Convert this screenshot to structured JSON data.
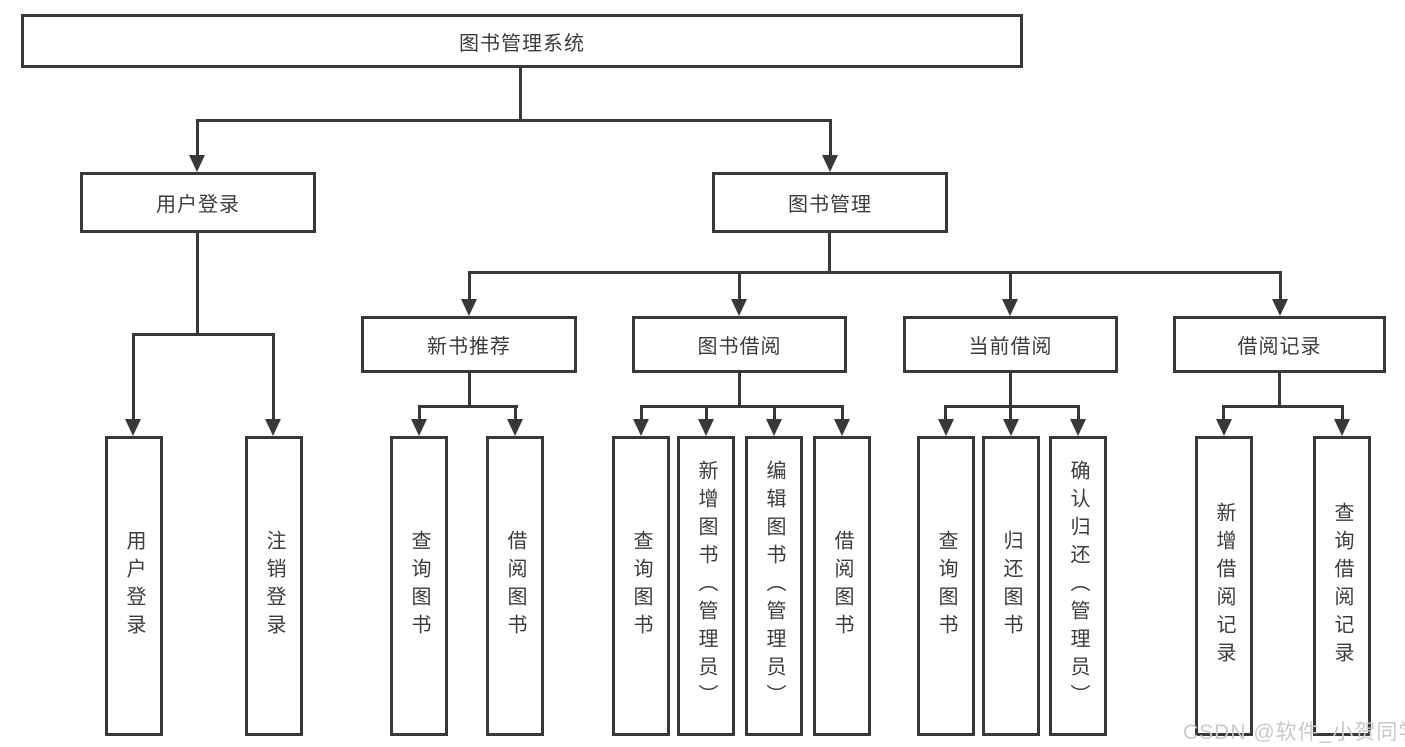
{
  "diagram": {
    "title": "图书管理系统",
    "branches": [
      {
        "label": "用户登录",
        "children": [
          {
            "label": "用户登录"
          },
          {
            "label": "注销登录"
          }
        ]
      },
      {
        "label": "图书管理",
        "children": [
          {
            "label": "新书推荐",
            "children": [
              {
                "label": "查询图书"
              },
              {
                "label": "借阅图书"
              }
            ]
          },
          {
            "label": "图书借阅",
            "children": [
              {
                "label": "查询图书"
              },
              {
                "label": "新增图书（管理员）"
              },
              {
                "label": "编辑图书（管理员）"
              },
              {
                "label": "借阅图书"
              }
            ]
          },
          {
            "label": "当前借阅",
            "children": [
              {
                "label": "查询图书"
              },
              {
                "label": "归还图书"
              },
              {
                "label": "确认归还（管理员）"
              }
            ]
          },
          {
            "label": "借阅记录",
            "children": [
              {
                "label": "新增借阅记录"
              },
              {
                "label": "查询借阅记录"
              }
            ]
          }
        ]
      }
    ]
  },
  "watermark": {
    "text": "CSDN @软件_小贺同学"
  },
  "colors": {
    "line": "#383838",
    "text": "#3c3c3c",
    "watermark": "#c9c9c9",
    "background": "#ffffff"
  }
}
